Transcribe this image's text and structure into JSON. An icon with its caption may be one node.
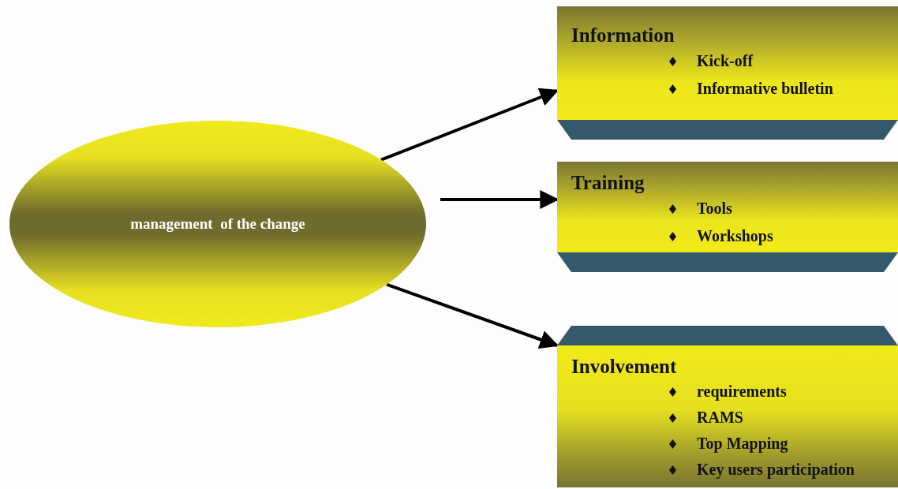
{
  "diagram": {
    "nodes": [
      {
        "text": [
          "management  of the change"
        ]
      },
      {
        "text": [
          "Information",
          "Kick-off",
          "Informative bulletin"
        ]
      },
      {
        "text": [
          "Training",
          "Tools",
          "Workshops"
        ]
      },
      {
        "text": [
          "Involvement",
          "requirements",
          "RAMS",
          "Top Mapping",
          "Key users participation"
        ]
      },
      {
        "text": [],
        "shape": "bar"
      },
      {
        "text": [],
        "shape": "bar"
      },
      {
        "text": [],
        "shape": "bar"
      }
    ],
    "edges": [
      {
        "from": 0,
        "to": 1,
        "arrow": "to"
      },
      {
        "from": 0,
        "to": 2,
        "arrow": "to"
      },
      {
        "from": 0,
        "to": 3,
        "arrow": "to"
      }
    ]
  }
}
